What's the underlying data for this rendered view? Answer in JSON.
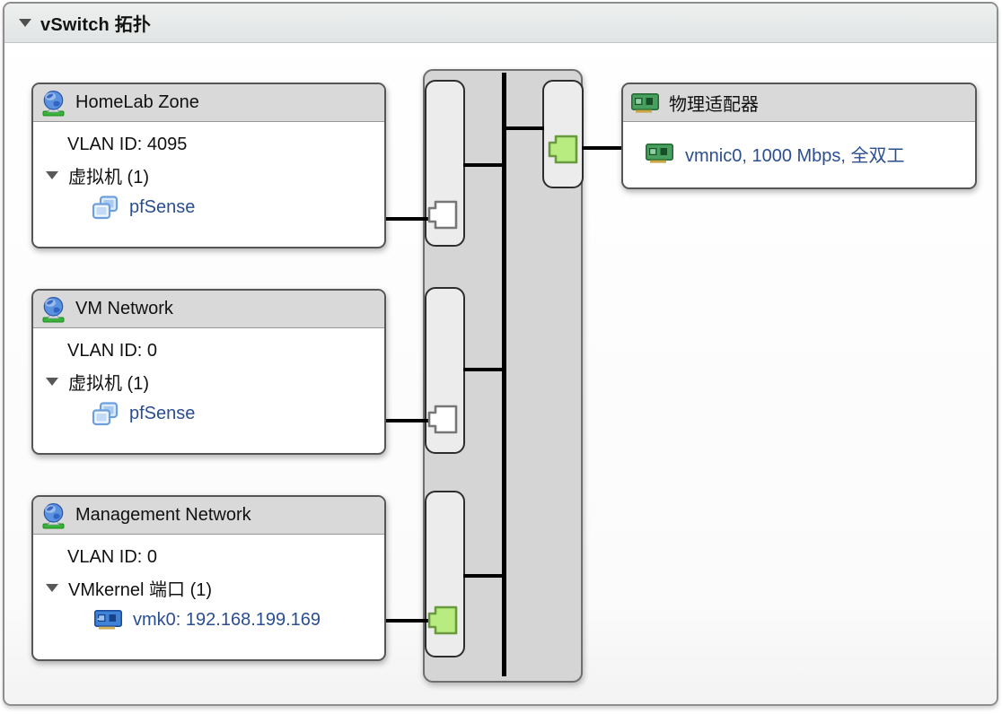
{
  "panel": {
    "title": "vSwitch 拓扑"
  },
  "port_groups": [
    {
      "name": "HomeLab Zone",
      "vlan": "VLAN ID: 4095",
      "group_label": "虚拟机 (1)",
      "items": [
        {
          "label": "pfSense",
          "icon": "vm-icon"
        }
      ],
      "connector_state": "inactive"
    },
    {
      "name": "VM Network",
      "vlan": "VLAN ID: 0",
      "group_label": "虚拟机 (1)",
      "items": [
        {
          "label": "pfSense",
          "icon": "vm-icon"
        }
      ],
      "connector_state": "inactive"
    },
    {
      "name": "Management Network",
      "vlan": "VLAN ID: 0",
      "group_label": "VMkernel 端口 (1)",
      "items": [
        {
          "label": "vmk0: 192.168.199.169",
          "icon": "vmkernel-adapter-icon"
        }
      ],
      "connector_state": "active"
    }
  ],
  "physical_adapters": {
    "title": "物理适配器",
    "items": [
      {
        "label": "vmnic0, 1000 Mbps, 全双工",
        "icon": "physical-nic-icon"
      }
    ],
    "connector_state": "active"
  },
  "colors": {
    "link_blue": "#2b4e90",
    "connector_active_fill": "#b8eb80",
    "connector_active_stroke": "#6a9a40",
    "connector_inactive_fill": "#ffffff",
    "connector_inactive_stroke": "#777777",
    "bus_black": "#000000",
    "switch_gray": "#d5d5d5",
    "box_header_gray": "#d9d9d9"
  }
}
